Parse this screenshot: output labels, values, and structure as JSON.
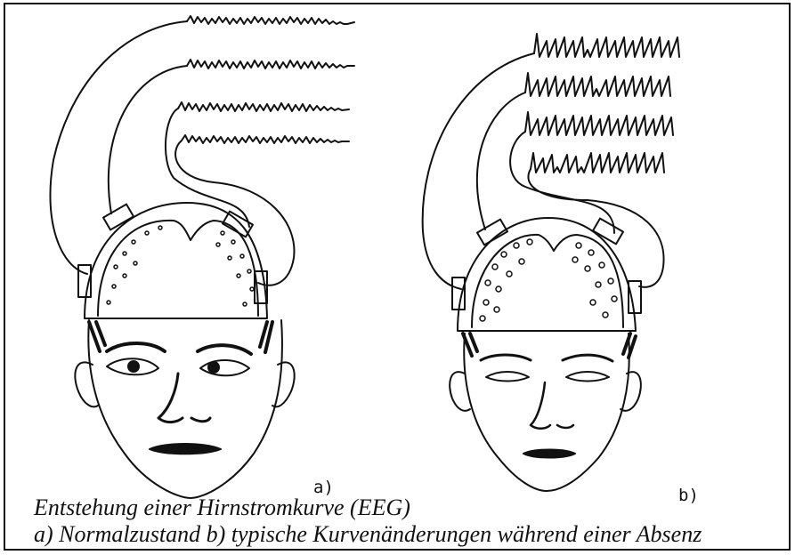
{
  "labels": {
    "a": "a)",
    "b": "b)"
  },
  "caption": {
    "title": "Entstehung einer Hirnstromkurve (EEG)",
    "description": "a) Normalzustand  b) typische Kurvenänderungen während einer Absenz"
  },
  "colors": {
    "ink": "#111111",
    "background": "#ffffff"
  }
}
